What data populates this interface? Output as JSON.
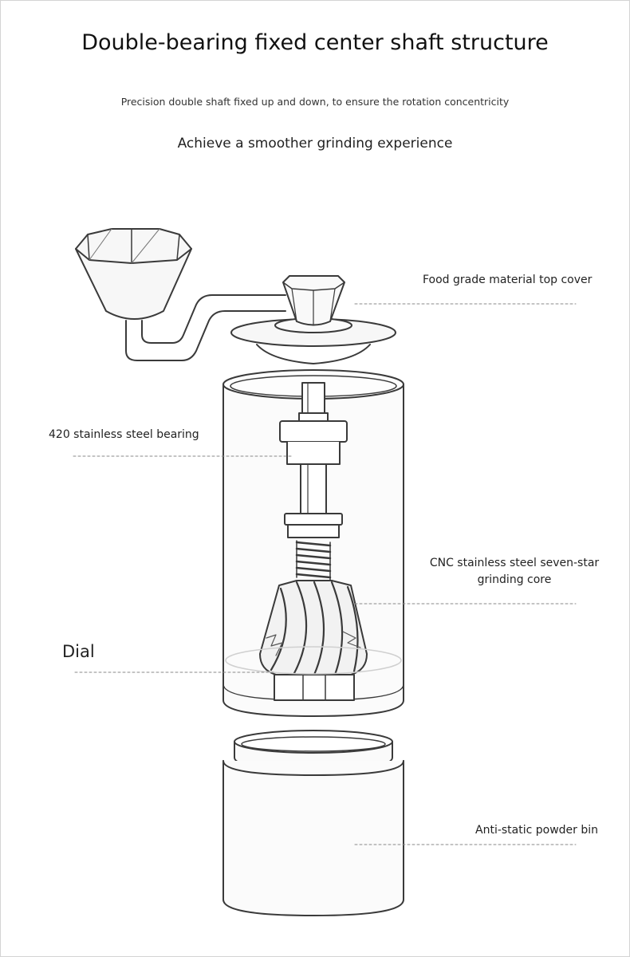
{
  "header": {
    "title": "Double-bearing fixed center shaft structure",
    "subtitle": "Precision double shaft fixed up and down, to ensure the rotation concentricity",
    "tagline": "Achieve a smoother grinding experience"
  },
  "callouts": {
    "top_cover": "Food grade material top cover",
    "bearing": "420 stainless steel bearing",
    "grinding_core_line1": "CNC stainless steel seven-star",
    "grinding_core_line2": "grinding core",
    "dial": "Dial",
    "powder_bin": "Anti-static powder bin"
  },
  "colors": {
    "line": "#3a3a3a",
    "leader": "#888888",
    "body_fill": "#f4f4f4"
  }
}
